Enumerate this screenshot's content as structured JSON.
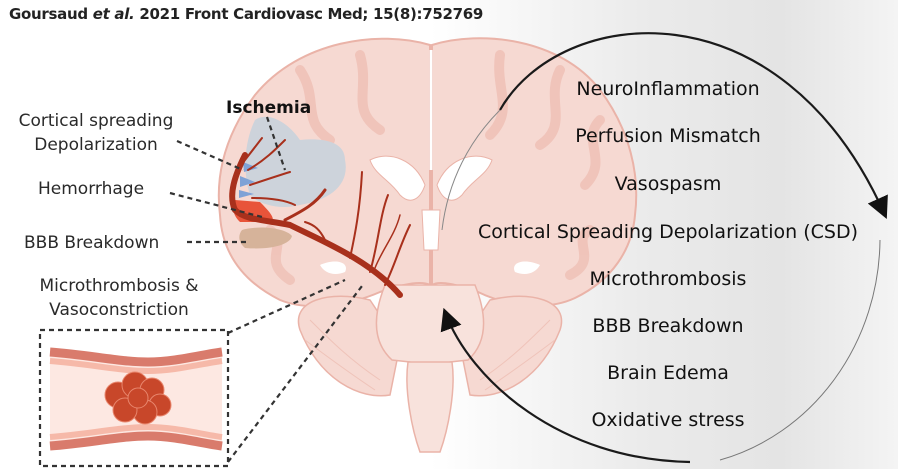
{
  "citation": {
    "authors": "Goursaud",
    "etal": "et al.",
    "rest": "2021 Front Cardiovasc Med; 15(8):752769"
  },
  "left_labels": {
    "ischemia": "Ischemia",
    "csd_line1": "Cortical spreading",
    "csd_line2": "Depolarization",
    "hemorrhage": "Hemorrhage",
    "bbb": "BBB Breakdown",
    "micro_line1": "Microthrombosis &",
    "micro_line2": "Vasoconstriction"
  },
  "cycle_items": [
    "NeuroInflammation",
    "Perfusion Mismatch",
    "Vasospasm",
    "Cortical Spreading Depolarization (CSD)",
    "Microthrombosis",
    "BBB Breakdown",
    "Brain Edema",
    "Oxidative stress"
  ],
  "colors": {
    "brain": "#f6d9d2",
    "brain_dark": "#eebcb3",
    "vessel": "#a8301c",
    "ischemia": "#cdd3db",
    "hemorrhage": "#e8543a",
    "csd": "#7fa2d6",
    "bbb": "#d6b39a"
  }
}
